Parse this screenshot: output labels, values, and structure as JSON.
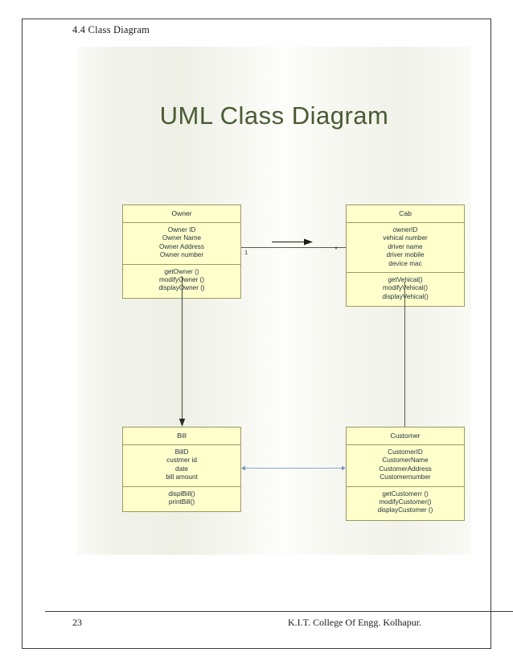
{
  "document": {
    "section_heading": "4.4 Class Diagram",
    "footer": {
      "page_number": "23",
      "institution": "K.I.T. College Of Engg. Kolhapur."
    }
  },
  "diagram": {
    "title": "UML Class Diagram",
    "title_color": "#4a5b33",
    "box_fill_color": "#ffffcc",
    "box_border_color": "#9a9a62",
    "canvas_background_color": "#f1f2ea",
    "classes": [
      {
        "id": "owner",
        "name": "Owner",
        "attributes": [
          "Owner ID",
          "Owner Name",
          "Owner Address",
          "Owner number"
        ],
        "operations": [
          "getOwner ()",
          "modifyOwner ()",
          "displayOwner ()"
        ]
      },
      {
        "id": "cab",
        "name": "Cab",
        "attributes": [
          "ownerID",
          "vehical number",
          "driver name",
          "driver mobile",
          "device mac"
        ],
        "operations": [
          "getVehical()",
          "modifyVehical()",
          "displayVehical()"
        ]
      },
      {
        "id": "bill",
        "name": "Bill",
        "attributes": [
          "BillD",
          "custmer id",
          "date",
          "bill amount"
        ],
        "operations": [
          "displBill()",
          "printBill()"
        ]
      },
      {
        "id": "customer",
        "name": "Customer",
        "attributes": [
          "CustomerID",
          "CustomerName",
          "CustomerAddress",
          "Customernumber"
        ],
        "operations": [
          "getCustomerr ()",
          "modifyCustomer()",
          "displayCustomer ()"
        ]
      }
    ],
    "associations": [
      {
        "id": "owner-cab",
        "from": "Owner",
        "to": "Cab",
        "orientation": "horizontal",
        "source_multiplicity": "1",
        "target_multiplicity": "*",
        "direction_arrow": "right",
        "line_color": "#5b5b4a"
      },
      {
        "id": "owner-bill",
        "from": "Owner",
        "to": "Bill",
        "orientation": "vertical",
        "direction_arrow": "down",
        "line_color": "#585848"
      },
      {
        "id": "cab-customer",
        "from": "Cab",
        "to": "Customer",
        "orientation": "vertical",
        "direction_arrow": "none",
        "line_color": "#585848"
      },
      {
        "id": "bill-customer",
        "from": "Bill",
        "to": "Customer",
        "orientation": "horizontal",
        "direction_arrow": "both",
        "line_color": "#8fa5c4"
      }
    ]
  }
}
